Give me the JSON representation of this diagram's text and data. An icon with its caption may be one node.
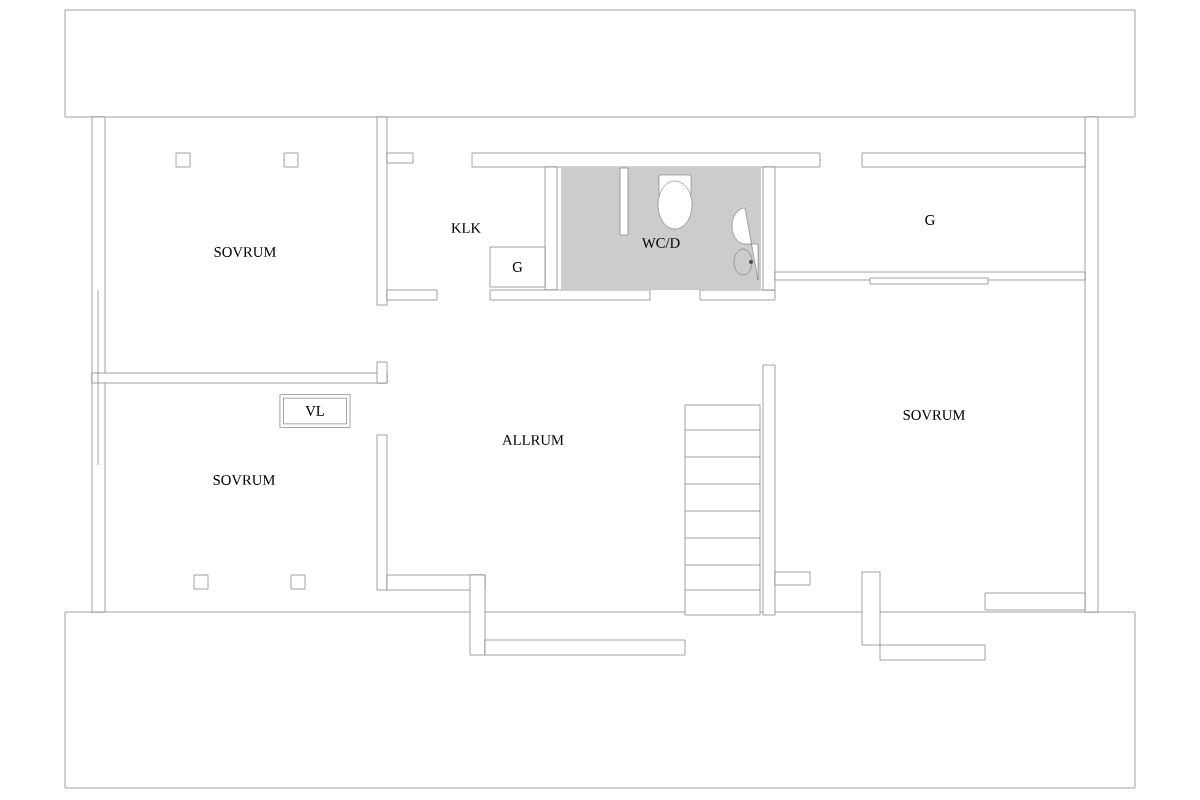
{
  "diagram": {
    "nodes": [
      {
        "text": [
          "WC/D"
        ]
      },
      {
        "text": [
          "G"
        ]
      },
      {
        "text": [
          "VL"
        ]
      }
    ],
    "labels": [
      "SOVRUM",
      "KLK",
      "G",
      "SOVRUM",
      "ALLRUM",
      "SOVRUM"
    ]
  }
}
